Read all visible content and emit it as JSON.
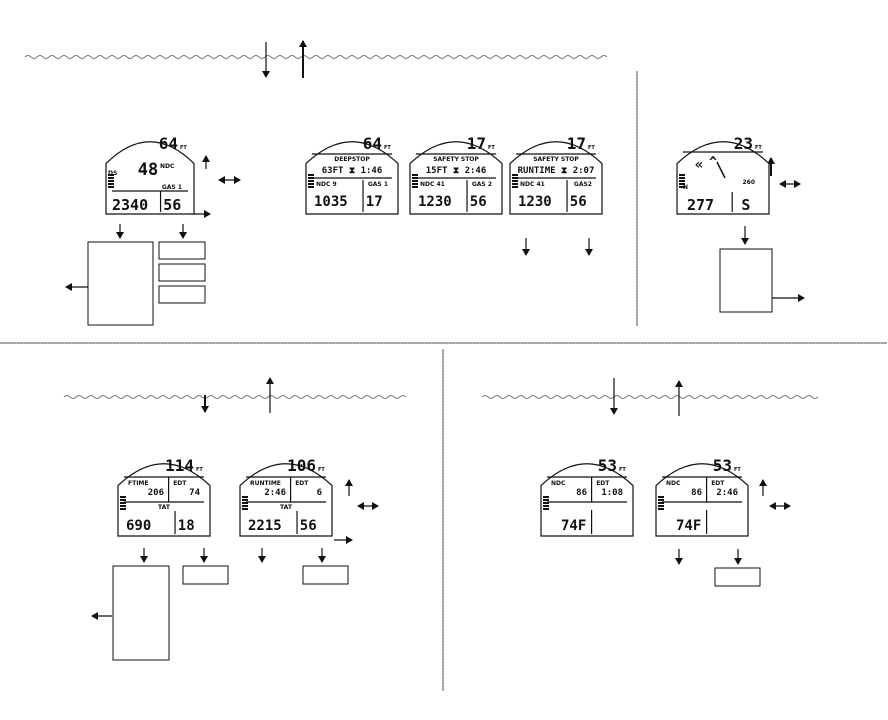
{
  "screens": [
    {
      "id": "dive-main",
      "depth": "64",
      "depth_unit": "FT",
      "mid_value": "48",
      "mid_label": "NDC",
      "left_tag": "DS",
      "gas_label": "GAS 1",
      "bottom_left": "2340",
      "bottom_right": "56"
    },
    {
      "id": "deep-stop",
      "depth": "64",
      "depth_unit": "FT",
      "title": "DEEPSTOP",
      "stop_line": "63FT ⧗ 1:46",
      "info_left": "NDC 9",
      "info_right": "GAS 1",
      "bottom_left": "1035",
      "bottom_right": "17"
    },
    {
      "id": "safety-stop-1",
      "depth": "17",
      "depth_unit": "FT",
      "title": "SAFETY STOP",
      "stop_line": "15FT ⧗ 2:46",
      "info_left": "NDC 41",
      "info_right": "GAS 2",
      "bottom_left": "1230",
      "bottom_right": "56"
    },
    {
      "id": "safety-stop-2",
      "depth": "17",
      "depth_unit": "FT",
      "title": "SAFETY STOP",
      "stop_line": "RUNTIME ⧗ 2:07",
      "info_left": "NDC 41",
      "info_right": "GAS2",
      "bottom_left": "1230",
      "bottom_right": "56"
    },
    {
      "id": "compass",
      "depth": "23",
      "depth_unit": "FT",
      "n_label": "N",
      "heading_small": "260",
      "bottom_left": "277",
      "bottom_right": "S"
    },
    {
      "id": "surface-1",
      "depth": "114",
      "depth_unit": "FT",
      "left_label": "FTIME",
      "left_value": "206",
      "right_label": "EDT",
      "right_value": "74",
      "tat_label": "TAT",
      "bottom_left": "690",
      "bottom_right": "18"
    },
    {
      "id": "surface-2",
      "depth": "106",
      "depth_unit": "FT",
      "left_label": "RUNTIME",
      "left_value": "2:46",
      "right_label": "EDT",
      "right_value": "6",
      "tat_label": "TAT",
      "bottom_left": "2215",
      "bottom_right": "56"
    },
    {
      "id": "gauge-1",
      "depth": "53",
      "depth_unit": "FT",
      "left_label": "NDC",
      "left_value": "86",
      "right_label": "EDT",
      "right_value": "1:08",
      "bottom_left": "74F"
    },
    {
      "id": "gauge-2",
      "depth": "53",
      "depth_unit": "FT",
      "left_label": "NDC",
      "left_value": "86",
      "right_label": "EDT",
      "right_value": "2:46",
      "bottom_left": "74F"
    }
  ]
}
